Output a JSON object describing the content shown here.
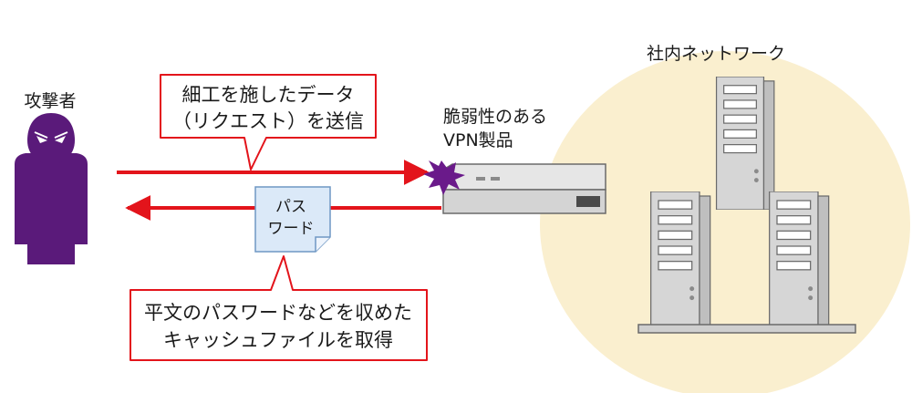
{
  "labels": {
    "attacker": "攻撃者",
    "network": "社内ネットワーク",
    "vpn_line1": "脆弱性のある",
    "vpn_line2": "VPN製品",
    "request_line1": "細工を施したデータ",
    "request_line2": "（リクエスト）を送信",
    "password_line1": "パス",
    "password_line2": "ワード",
    "result_line1": "平文のパスワードなどを収めた",
    "result_line2": "キャッシュファイルを取得"
  },
  "icons": {
    "attacker": "hooded-attacker-icon",
    "vpn": "vpn-appliance-icon",
    "server": "tower-server-icon",
    "password": "password-note-icon",
    "impact": "burst-icon"
  },
  "colors": {
    "arrow": "#e3141b",
    "attacker": "#5a1a7a",
    "network_bg": "#faefcf",
    "note_fill": "#dbe9f8",
    "note_stroke": "#6f97c4",
    "burst": "#6a1a8a"
  }
}
